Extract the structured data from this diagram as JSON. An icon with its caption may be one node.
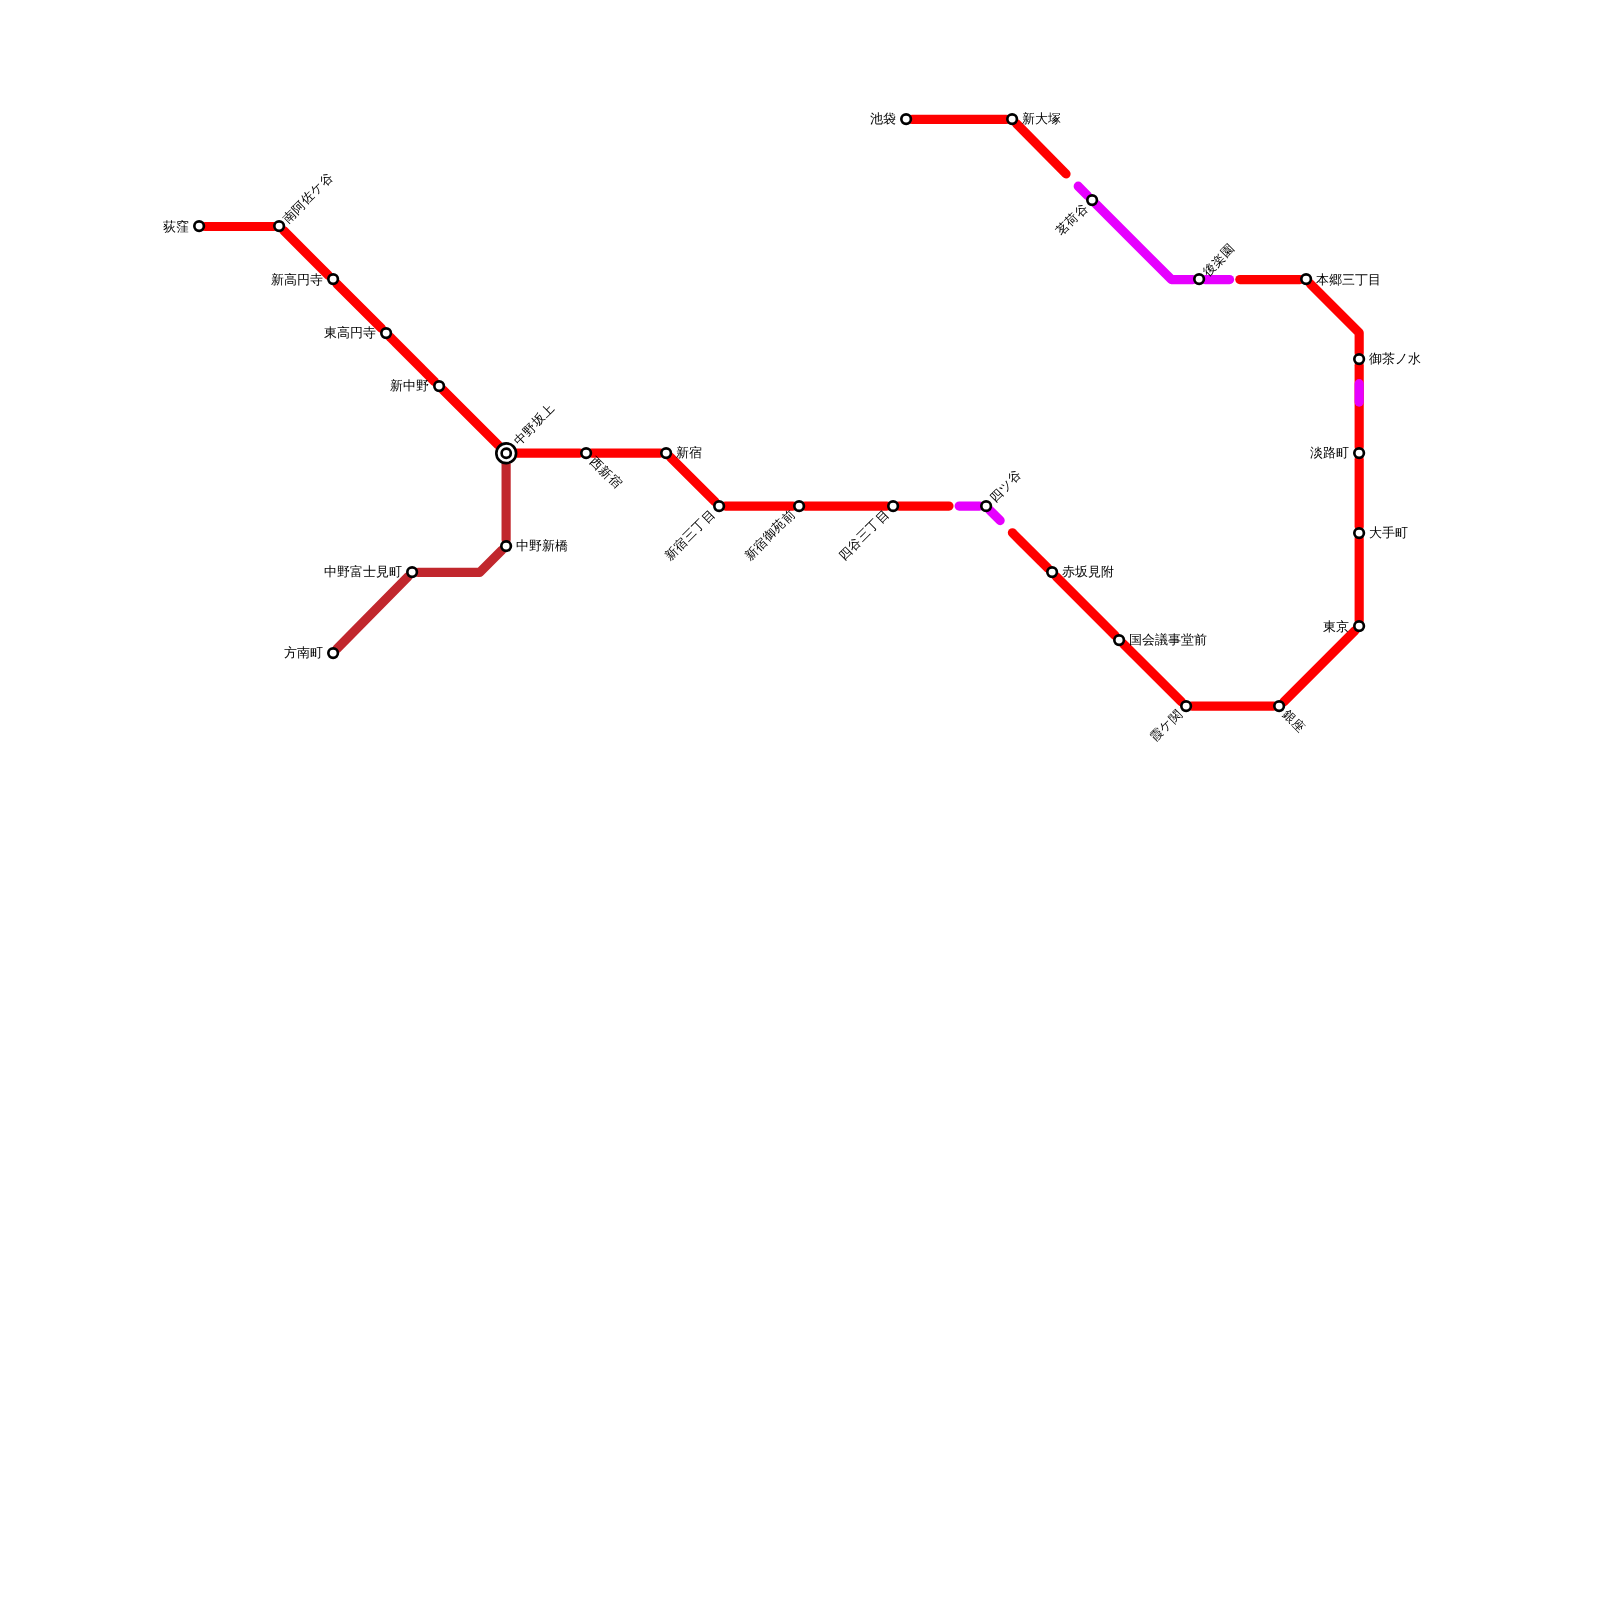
{
  "diagram": {
    "nodes": [
      {
        "text": [
          "荻窪"
        ]
      },
      {
        "text": [
          "南阿佐ケ谷"
        ]
      },
      {
        "text": [
          "新高円寺"
        ]
      },
      {
        "text": [
          "東高円寺"
        ]
      },
      {
        "text": [
          "新中野"
        ]
      },
      {
        "text": [
          "中野坂上"
        ]
      },
      {
        "text": [
          "西新宿"
        ]
      },
      {
        "text": [
          "新宿"
        ]
      },
      {
        "text": [
          "新宿三丁目"
        ]
      },
      {
        "text": [
          "新宿御苑前"
        ]
      },
      {
        "text": [
          "四谷三丁目"
        ]
      },
      {
        "text": [
          "四ツ谷"
        ]
      },
      {
        "text": [
          "赤坂見附"
        ]
      },
      {
        "text": [
          "国会議事堂前"
        ]
      },
      {
        "text": [
          "霞ケ関"
        ]
      },
      {
        "text": [
          "銀座"
        ]
      },
      {
        "text": [
          "東京"
        ]
      },
      {
        "text": [
          "大手町"
        ]
      },
      {
        "text": [
          "淡路町"
        ]
      },
      {
        "text": [
          "御茶ノ水"
        ]
      },
      {
        "text": [
          "本郷三丁目"
        ]
      },
      {
        "text": [
          "後楽園"
        ]
      },
      {
        "text": [
          "茗荷谷"
        ]
      },
      {
        "text": [
          "新大塚"
        ]
      },
      {
        "text": [
          "池袋"
        ]
      },
      {
        "text": [
          "中野新橋"
        ]
      },
      {
        "text": [
          "中野富士見町"
        ]
      },
      {
        "text": [
          "方南町"
        ]
      }
    ],
    "edges": [
      {
        "from": 0,
        "to": 1,
        "arrow": "none"
      },
      {
        "from": 1,
        "to": 2,
        "arrow": "none"
      },
      {
        "from": 2,
        "to": 3,
        "arrow": "none"
      },
      {
        "from": 3,
        "to": 4,
        "arrow": "none"
      },
      {
        "from": 4,
        "to": 5,
        "arrow": "none"
      },
      {
        "from": 5,
        "to": 6,
        "arrow": "none"
      },
      {
        "from": 6,
        "to": 7,
        "arrow": "none"
      },
      {
        "from": 7,
        "to": 8,
        "arrow": "none"
      },
      {
        "from": 8,
        "to": 9,
        "arrow": "none"
      },
      {
        "from": 9,
        "to": 10,
        "arrow": "none"
      },
      {
        "from": 10,
        "to": 11,
        "arrow": "none"
      },
      {
        "from": 11,
        "to": 12,
        "arrow": "none"
      },
      {
        "from": 12,
        "to": 13,
        "arrow": "none"
      },
      {
        "from": 13,
        "to": 14,
        "arrow": "none"
      },
      {
        "from": 14,
        "to": 15,
        "arrow": "none"
      },
      {
        "from": 15,
        "to": 16,
        "arrow": "none"
      },
      {
        "from": 16,
        "to": 17,
        "arrow": "none"
      },
      {
        "from": 17,
        "to": 18,
        "arrow": "none"
      },
      {
        "from": 18,
        "to": 19,
        "arrow": "none"
      },
      {
        "from": 19,
        "to": 20,
        "arrow": "none"
      },
      {
        "from": 20,
        "to": 21,
        "arrow": "none"
      },
      {
        "from": 21,
        "to": 22,
        "arrow": "none",
        "color": "#e600ff"
      },
      {
        "from": 22,
        "to": 23,
        "arrow": "none"
      },
      {
        "from": 23,
        "to": 24,
        "arrow": "none"
      },
      {
        "from": 5,
        "to": 25,
        "arrow": "none",
        "color": "#c1272d"
      },
      {
        "from": 25,
        "to": 26,
        "arrow": "none",
        "color": "#c1272d"
      },
      {
        "from": 26,
        "to": 27,
        "arrow": "none",
        "color": "#c1272d"
      }
    ]
  }
}
